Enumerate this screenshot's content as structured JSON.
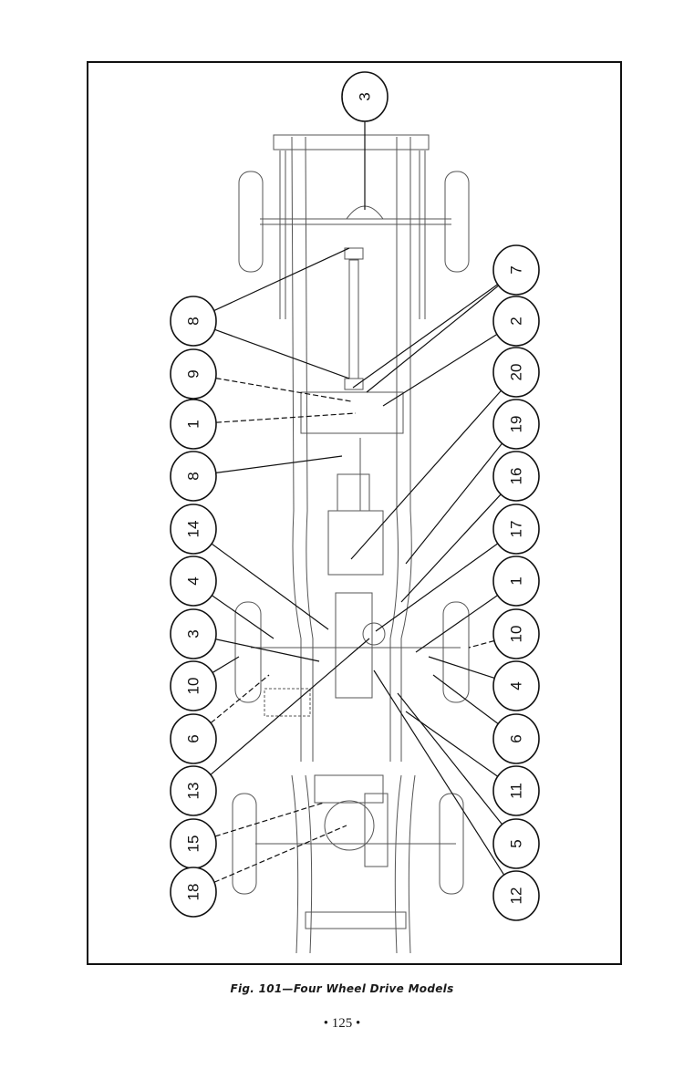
{
  "figure": {
    "caption": "Fig. 101—Four Wheel Drive Models",
    "page_number": "• 125 •",
    "subject": "Four wheel drive chassis lubrication chart",
    "orientation": "rotated 90 degrees (landscape drawing on portrait page)"
  },
  "callouts": {
    "top": [
      "3"
    ],
    "left": [
      "8",
      "9",
      "1",
      "8",
      "14",
      "4",
      "3",
      "10",
      "6",
      "13",
      "15",
      "18"
    ],
    "right": [
      "7",
      "2",
      "20",
      "19",
      "16",
      "17",
      "1",
      "10",
      "4",
      "6",
      "11",
      "5",
      "12"
    ]
  },
  "colors": {
    "ink": "#111111",
    "paper": "#ffffff",
    "line_art": "#555555"
  }
}
